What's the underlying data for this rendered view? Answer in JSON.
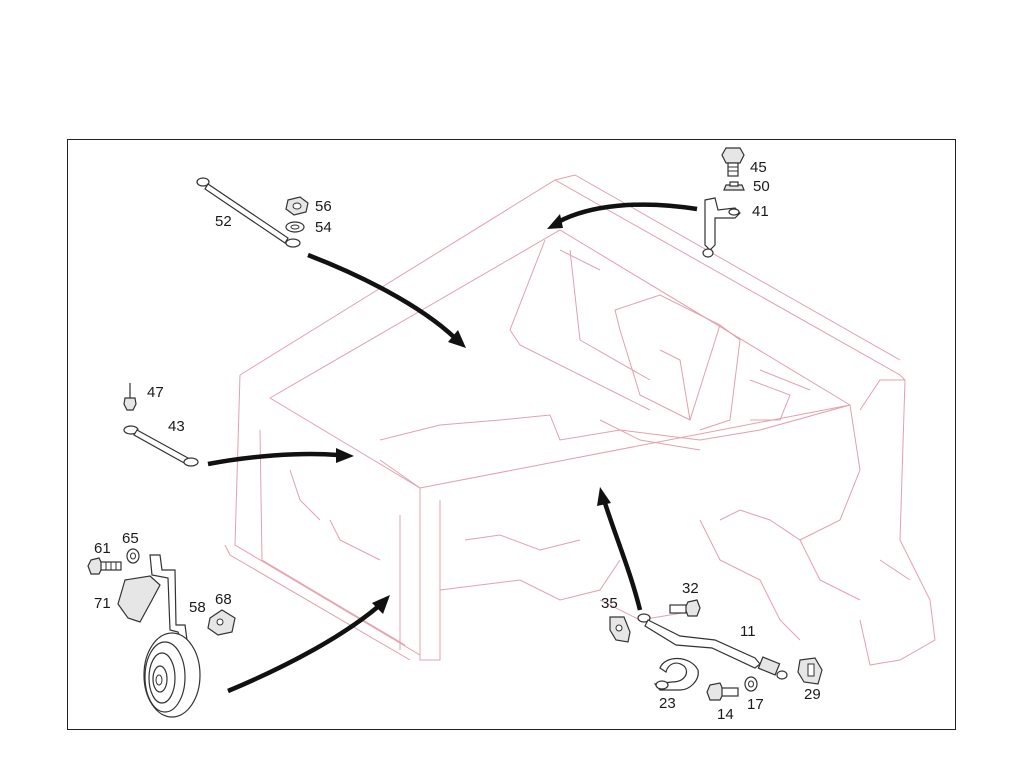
{
  "diagram": {
    "labels": {
      "p45": "45",
      "p50": "50",
      "p41": "41",
      "p56": "56",
      "p54": "54",
      "p52": "52",
      "p47": "47",
      "p43": "43",
      "p61": "61",
      "p65": "65",
      "p71": "71",
      "p58": "58",
      "p68": "68",
      "p32": "32",
      "p35": "35",
      "p11": "11",
      "p23": "23",
      "p14": "14",
      "p17": "17",
      "p29": "29"
    },
    "colors": {
      "body_outline": "#e3a0ad",
      "parts": "#333333",
      "arrows": "#111111",
      "frame": "#222222"
    }
  }
}
